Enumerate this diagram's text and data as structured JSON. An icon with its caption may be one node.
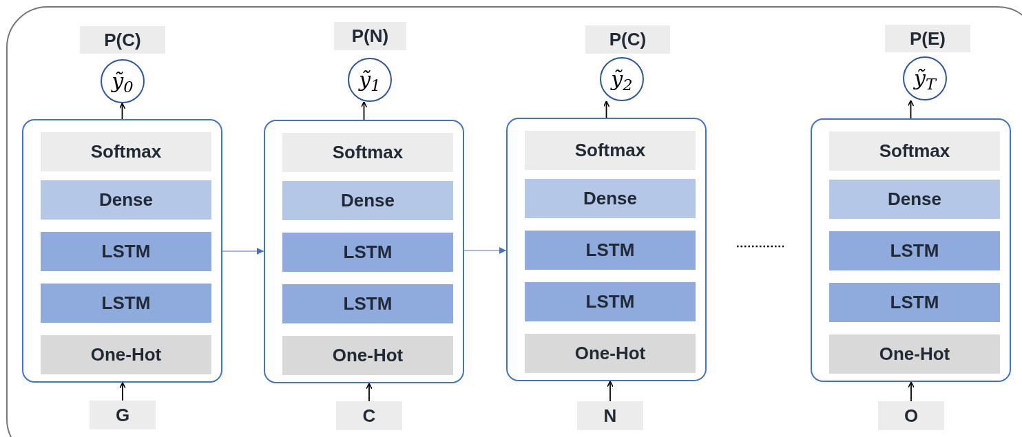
{
  "diagram": {
    "nodes": [
      {
        "text": [
          "P(C)"
        ]
      },
      {
        "text": [
          "ỹ$_{0}$"
        ]
      },
      {
        "text": [],
        "shape": "box"
      },
      {
        "text": [
          "Softmax"
        ],
        "in": 2
      },
      {
        "text": [
          "Dense"
        ],
        "in": 2
      },
      {
        "text": [
          "LSTM"
        ],
        "in": 2
      },
      {
        "text": [
          "LSTM"
        ],
        "in": 2
      },
      {
        "text": [
          "One-Hot"
        ],
        "in": 2
      },
      {
        "text": [
          "G"
        ]
      },
      {
        "text": [
          "P(N)"
        ]
      },
      {
        "text": [
          "ỹ$_{1}$"
        ]
      },
      {
        "text": [],
        "shape": "box"
      },
      {
        "text": [
          "Softmax"
        ],
        "in": 11
      },
      {
        "text": [
          "Dense"
        ],
        "in": 11
      },
      {
        "text": [
          "LSTM"
        ],
        "in": 11
      },
      {
        "text": [
          "LSTM"
        ],
        "in": 11
      },
      {
        "text": [
          "One-Hot"
        ],
        "in": 11
      },
      {
        "text": [
          "C"
        ]
      },
      {
        "text": [
          "P(C)"
        ]
      },
      {
        "text": [
          "ỹ$_{2}$"
        ]
      },
      {
        "text": [],
        "shape": "box"
      },
      {
        "text": [
          "Softmax"
        ],
        "in": 20
      },
      {
        "text": [
          "Dense"
        ],
        "in": 20
      },
      {
        "text": [
          "LSTM"
        ],
        "in": 20
      },
      {
        "text": [
          "LSTM"
        ],
        "in": 20
      },
      {
        "text": [
          "One-Hot"
        ],
        "in": 20
      },
      {
        "text": [
          "N"
        ]
      },
      {
        "text": [
          "P(E)"
        ]
      },
      {
        "text": [
          "ỹ$_{T}$"
        ]
      },
      {
        "text": [],
        "shape": "box"
      },
      {
        "text": [
          "Softmax"
        ],
        "in": 29
      },
      {
        "text": [
          "Dense"
        ],
        "in": 29
      },
      {
        "text": [
          "LSTM"
        ],
        "in": 29
      },
      {
        "text": [
          "LSTM"
        ],
        "in": 29
      },
      {
        "text": [
          "One-Hot"
        ],
        "in": 29
      },
      {
        "text": [
          "O"
        ]
      }
    ],
    "edges": [
      {
        "from": 8,
        "to": 2,
        "arrow": "to"
      },
      {
        "from": 2,
        "to": 1,
        "arrow": "to"
      },
      {
        "from": 17,
        "to": 11,
        "arrow": "to"
      },
      {
        "from": 11,
        "to": 10,
        "arrow": "to"
      },
      {
        "from": 26,
        "to": 20,
        "arrow": "to"
      },
      {
        "from": 20,
        "to": 19,
        "arrow": "to"
      },
      {
        "from": 35,
        "to": 29,
        "arrow": "to"
      },
      {
        "from": 29,
        "to": 28,
        "arrow": "to"
      },
      {
        "from": 2,
        "to": 11,
        "arrow": "to",
        "color": "#4472c4"
      },
      {
        "from": 11,
        "to": 20,
        "arrow": "to",
        "color": "#4472c4"
      }
    ]
  }
}
